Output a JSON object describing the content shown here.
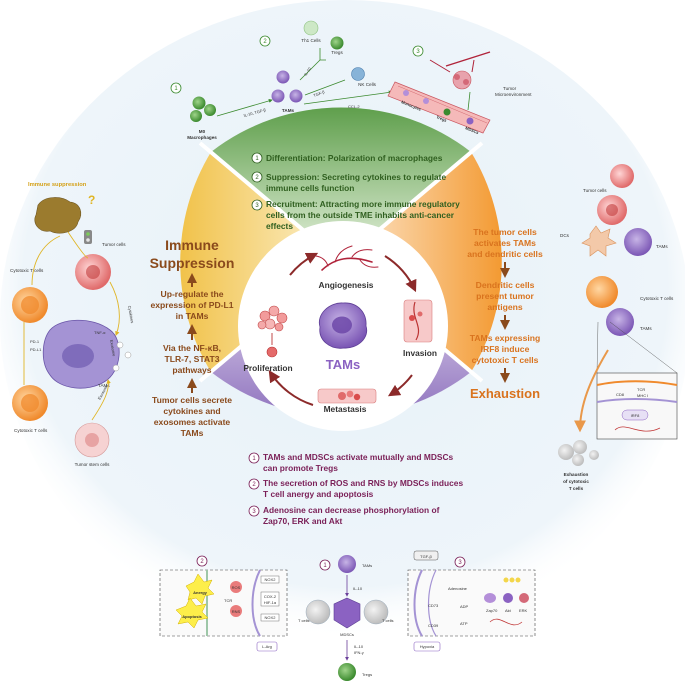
{
  "colors": {
    "green": "#6cab58",
    "orange": "#f2a64a",
    "purple": "#9b82c4",
    "yellow": "#f3cc60",
    "brown_text": "#8a4a1c",
    "orange_text": "#d9731e",
    "purple_text": "#7a1f57",
    "green_text": "#2f5f1f",
    "tam_purple": "#8b62c2",
    "arrow_red": "#8c2a2a"
  },
  "top_panel": {
    "step1": "1",
    "step2": "2",
    "step3": "3",
    "m0_label": "M0\nMacrophages",
    "cytokines_1": "IL-10, TGF-β",
    "tams_label": "TAMs",
    "th1_label": "Th1 Cells",
    "tregs_label": "Tregs",
    "nk_label": "NK Cells",
    "il10_label": "IL-10",
    "tgfb_label": "TGF-β",
    "ccl2_label": "CCL-2",
    "tumor_micro_label": "Tumor\nMicroenvironment",
    "monocytes_label": "Monocytes",
    "tregs_vessel": "Tregs",
    "mdscs_vessel": "MDSCs"
  },
  "green_section": {
    "num1": "1",
    "num2": "2",
    "num3": "3",
    "item1": "Differentiation: Polarization of macrophages",
    "item2a": "Suppression: Secreting cytokines to regulate",
    "item2b": "immune cells function",
    "item3a": "Recruitment: Attracting more immune regulatory",
    "item3b": "cells from the outside TME inhabits anti-cancer",
    "item3c": "effects"
  },
  "yellow_section": {
    "title1": "Immune",
    "title2": "Suppression",
    "s1a": "Up-regulate the",
    "s1b": "expression of PD-L1",
    "s1c": "in TAMs",
    "s2a": "Via the NF-κB,",
    "s2b": "TLR-7, STAT3",
    "s2c": "pathways",
    "s3a": "Tumor cells secrete",
    "s3b": "cytokines and",
    "s3c": "exosomes activate",
    "s3d": "TAMs"
  },
  "orange_section": {
    "s1a": "The tumor cells",
    "s1b": "activates TAMs",
    "s1c": "and dendritic cells",
    "s2a": "Dendritic cells",
    "s2b": "present tumor",
    "s2c": "antigens",
    "s3a": "TAMs expressing",
    "s3b": "IRF8 induce",
    "s3c": "cytotoxic T cells",
    "title": "Exhaustion"
  },
  "purple_section": {
    "num1": "1",
    "num2": "2",
    "num3": "3",
    "item1a": "TAMs and MDSCs activate mutually and MDSCs",
    "item1b": "can promote Tregs",
    "item2a": "The secretion of ROS and RNS by MDSCs induces",
    "item2b": "T cell anergy and apoptosis",
    "item3a": "Adenosine can decrease phosphorylation of",
    "item3b": "Zap70, ERK and Akt"
  },
  "center": {
    "tams": "TAMs",
    "angiogenesis": "Angiogenesis",
    "invasion": "Invasion",
    "metastasis": "Metastasis",
    "proliferation": "Proliferation"
  },
  "left_panel": {
    "immune_suppression": "Immune suppression",
    "question": "?",
    "tumor_cells": "Tumor cells",
    "cytotoxic_t_top": "Cytotoxic T cells",
    "cytotoxic_t_bottom": "Cytotoxic T cells",
    "tams": "TAMs",
    "tumor_stem": "Tumor stem cells",
    "pd1": "PD-1",
    "pdl1": "PD-L1",
    "tnf": "TNF-α",
    "exosome": "Exosome",
    "cytokine": "Cytokines",
    "exosome2": "Exosome"
  },
  "right_panel": {
    "tumor_cells": "Tumor cells",
    "dcs": "DCs",
    "tams_top": "TAMs",
    "cytotoxic_t": "Cytotoxic T cells",
    "tams_bottom": "TAMs",
    "cd8": "CD8",
    "tcr": "TCR",
    "mhc": "MHC I",
    "irf8": "IRF8",
    "exhaustion1": "Exhaustion",
    "exhaustion2": "of cytotoxic",
    "exhaustion3": "T cells"
  },
  "bottom_panel": {
    "num2": "2",
    "num1": "1",
    "num3": "3",
    "tams": "TAMs",
    "il10_top": "IL-10",
    "mdscs": "MDSCs",
    "t_cells_left": "T cells",
    "t_cells_right": "T cells",
    "il10_bottom": "IL-10",
    "ifn": "IFN-γ",
    "tregs": "Tregs",
    "anergy": "Anergy",
    "apoptosis": "Apoptosis",
    "tcr": "TCR",
    "nox2a": "NOX2",
    "cox2": "COX-2",
    "hif": "HIF-1α",
    "nox2b": "NOX2",
    "larg": "L-Arg",
    "tgfb": "TGF-β",
    "cd73": "CD73",
    "cd39": "CD39",
    "adenosine": "Adenosine",
    "adp": "ADP",
    "atp": "ATP",
    "zap70": "Zap70",
    "akt": "Akt",
    "erk": "ERK",
    "hypoxia": "Hypoxia",
    "ros": "ROS",
    "rns": "RNS"
  }
}
